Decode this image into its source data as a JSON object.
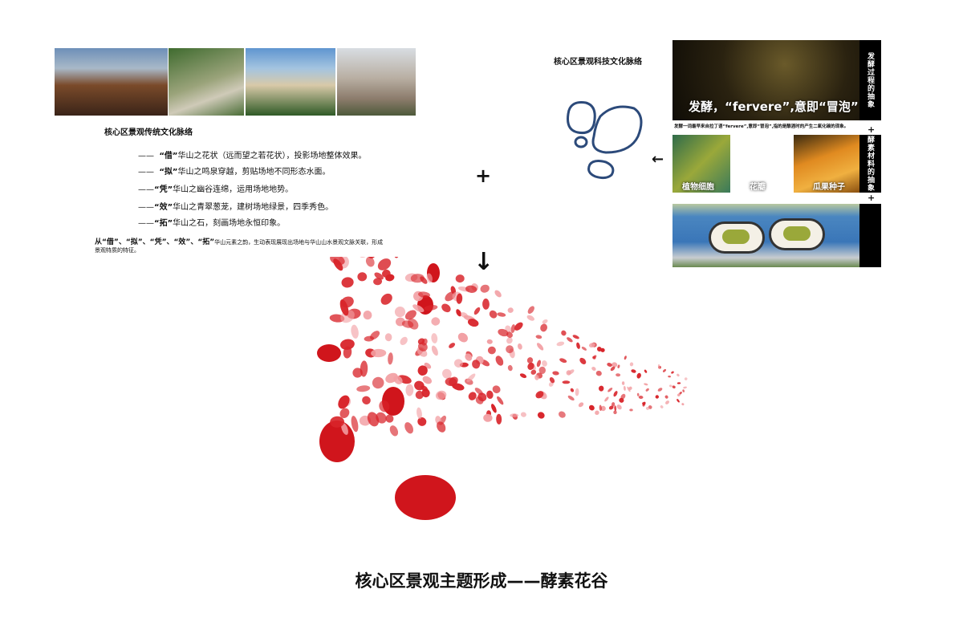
{
  "traditional": {
    "title": "核心区景观传统文化脉络",
    "items": [
      {
        "dash": "——",
        "key": "“借”",
        "text": "华山之花状（远而望之若花状），投影场地整体效果。"
      },
      {
        "dash": "——",
        "key": "“拟”",
        "text": "华山之鸣泉穿越，剪贴场地不同形态水面。"
      },
      {
        "dash": "——",
        "key": "“凭”",
        "text": "华山之幽谷连绵，运用场地地势。"
      },
      {
        "dash": "——",
        "key": "“效”",
        "text": "华山之青翠葱茏，建树场地绿景，四季秀色。"
      },
      {
        "dash": "——",
        "key": "“拓”",
        "text": "华山之石，刻画场地永恒印象。"
      }
    ],
    "note_keys": "从“借”、“拟”、“凭”、“效”、“拓”",
    "note_text": "华山元素之韵，生动表现展现出场地与华山山水景观文脉关联，形成景观特质的特征。"
  },
  "tech": {
    "title": "核心区景观科技文化脉络",
    "headline": "发酵，“fervere”,意即“冒泡”",
    "caption": "发酵一词最早来自拉丁语“fervere”,意即“冒泡”,指的是酿酒时的产生二氧化碳的现象。",
    "bar1": "发酵过程的抽象",
    "bar2": "酵素材料的抽象",
    "img_labels": [
      "植物细胞",
      "花瓣",
      "瓜果种子"
    ]
  },
  "symbols": {
    "plus": "+",
    "arrow_left": "←",
    "arrow_down": "↓"
  },
  "conclusion": "核心区景观主题形成——酵素花谷"
}
